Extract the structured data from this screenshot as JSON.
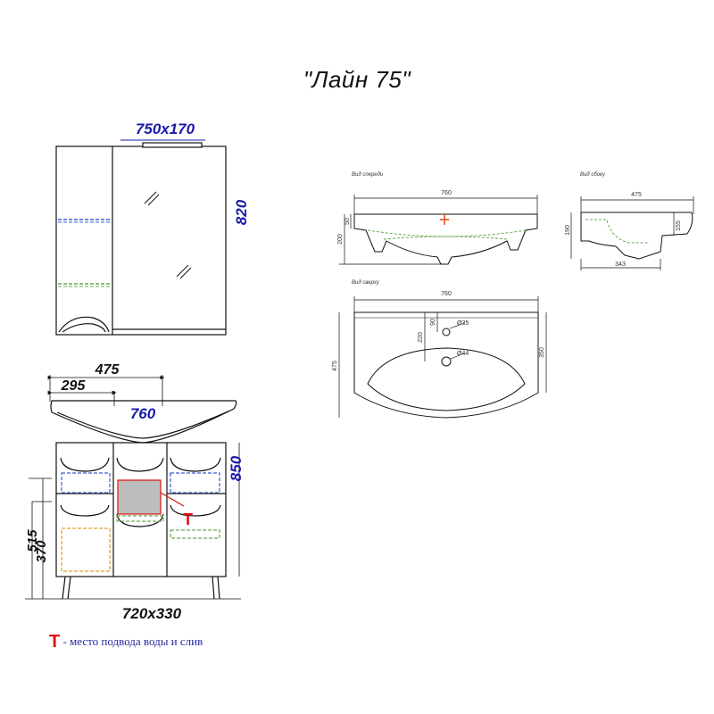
{
  "title": "\"Лайн 75\"",
  "mirror_cabinet": {
    "size_label": "750x170",
    "height_label": "820"
  },
  "vanity": {
    "depth_label": "475",
    "offset_label": "295",
    "width_label": "760",
    "height_label": "850",
    "h515_label": "515",
    "h370_label": "370",
    "base_label": "720x330",
    "water_marker": "T"
  },
  "sink_front": {
    "view_label": "Вид спереди",
    "width": "760",
    "h50": "50",
    "h200": "200"
  },
  "sink_side": {
    "view_label": "Вид сбоку",
    "depth": "475",
    "h190": "190",
    "h155": "155",
    "d343": "343"
  },
  "sink_top": {
    "view_label": "Вид сверху",
    "width": "760",
    "depth": "475",
    "d350": "350",
    "d90": "90",
    "d220": "220",
    "hole1": "Ø35",
    "hole2": "Ø44"
  },
  "legend": {
    "marker": "Т",
    "text": " - место подвода воды и слив"
  },
  "colors": {
    "dimension_blue": "#1a1aa8",
    "marker_red": "#e01010",
    "shelf_green": "#6aa84f",
    "shelf_blue": "#3c5fd0"
  }
}
